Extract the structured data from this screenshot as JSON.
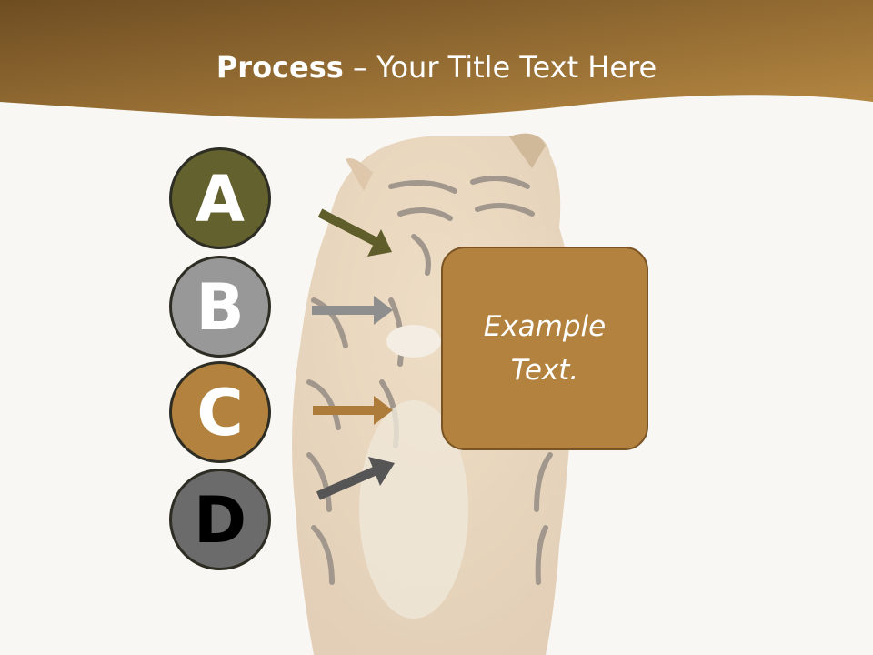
{
  "title": {
    "bold": "Process",
    "dash": " – ",
    "rest": "Your Title Text Here"
  },
  "steps": [
    {
      "letter": "A",
      "color": "#63612e",
      "text_color": "#ffffff",
      "arrow_color": "#5f5e2b"
    },
    {
      "letter": "B",
      "color": "#989898",
      "text_color": "#ffffff",
      "arrow_color": "#8e8e8e"
    },
    {
      "letter": "C",
      "color": "#b2823e",
      "text_color": "#ffffff",
      "arrow_color": "#ad7b3a"
    },
    {
      "letter": "D",
      "color": "#6b6b6b",
      "text_color": "#000000",
      "arrow_color": "#555555"
    }
  ],
  "box": {
    "text": "Example Text.",
    "color": "#b2823e"
  },
  "colors": {
    "header_dark": "#6e4d22",
    "header_light": "#b88a43",
    "background": "#f9f7f3"
  },
  "background_image": "tiger-illustration"
}
